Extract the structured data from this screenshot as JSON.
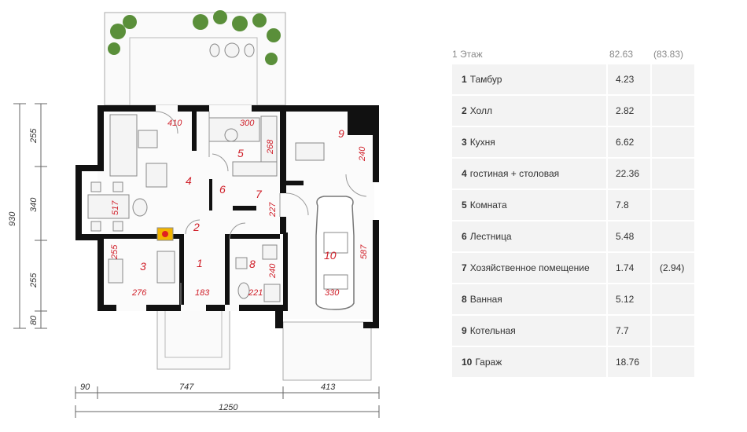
{
  "plan": {
    "room_numbers": [
      "1",
      "2",
      "3",
      "4",
      "5",
      "6",
      "7",
      "8",
      "9",
      "10"
    ],
    "inner_dims": [
      "410",
      "300",
      "268",
      "517",
      "255",
      "276",
      "183",
      "227",
      "240",
      "221",
      "240",
      "587",
      "330"
    ],
    "ext_dims_vertical": [
      "255",
      "930",
      "340",
      "255",
      "80"
    ],
    "ext_dims_horizontal": [
      "90",
      "747",
      "413",
      "1250"
    ]
  },
  "table": {
    "floor_label": "1 Этаж",
    "floor_area": "82.63",
    "floor_area_alt": "(83.83)",
    "rooms": [
      {
        "num": "1",
        "name": "Тамбур",
        "area": "4.23",
        "alt": ""
      },
      {
        "num": "2",
        "name": "Холл",
        "area": "2.82",
        "alt": ""
      },
      {
        "num": "3",
        "name": "Кухня",
        "area": "6.62",
        "alt": ""
      },
      {
        "num": "4",
        "name": "гостиная + столовая",
        "area": "22.36",
        "alt": ""
      },
      {
        "num": "5",
        "name": "Комната",
        "area": "7.8",
        "alt": ""
      },
      {
        "num": "6",
        "name": "Лестница",
        "area": "5.48",
        "alt": ""
      },
      {
        "num": "7",
        "name": "Хозяйственное помещение",
        "area": "1.74",
        "alt": "(2.94)"
      },
      {
        "num": "8",
        "name": "Ванная",
        "area": "5.12",
        "alt": ""
      },
      {
        "num": "9",
        "name": "Котельная",
        "area": "7.7",
        "alt": ""
      },
      {
        "num": "10",
        "name": "Гараж",
        "area": "18.76",
        "alt": ""
      }
    ]
  }
}
